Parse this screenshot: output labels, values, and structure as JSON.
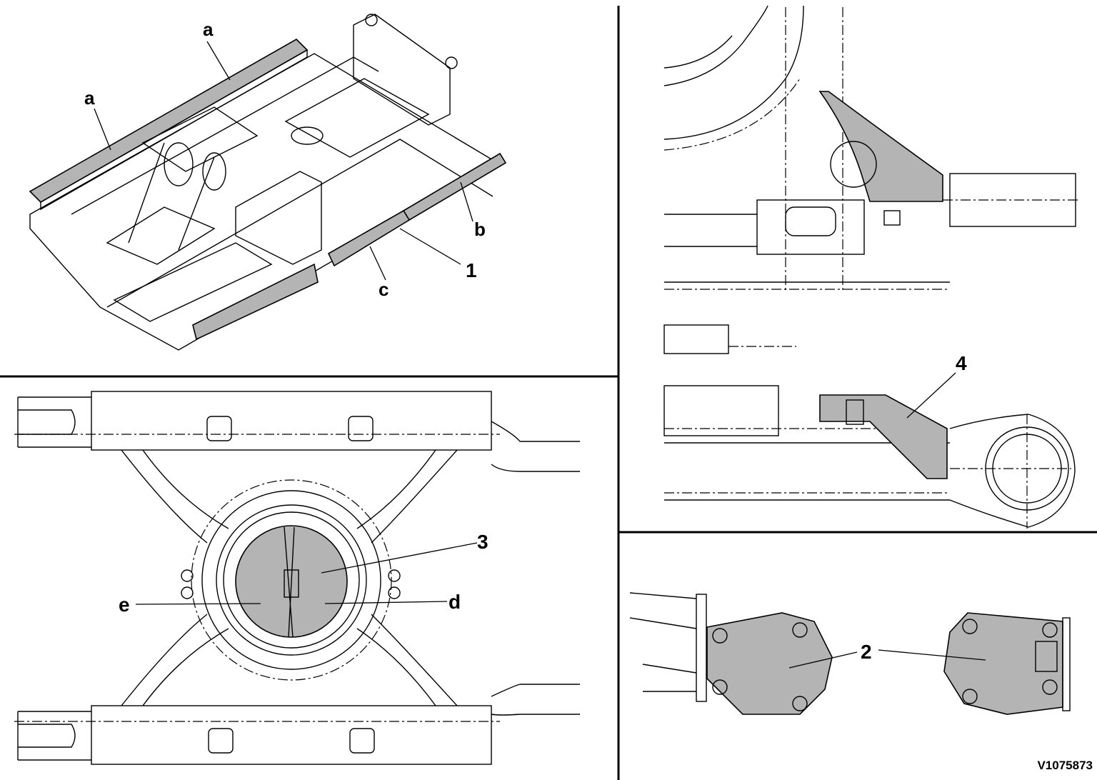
{
  "callouts": {
    "a1": "a",
    "a2": "a",
    "b": "b",
    "c": "c",
    "n1": "1",
    "n3": "3",
    "d": "d",
    "e": "e",
    "n4": "4",
    "n2": "2"
  },
  "figure_code": "V1075873",
  "colors": {
    "highlight_fill": "#b4b4b4",
    "line": "#000000",
    "background": "#ffffff"
  }
}
